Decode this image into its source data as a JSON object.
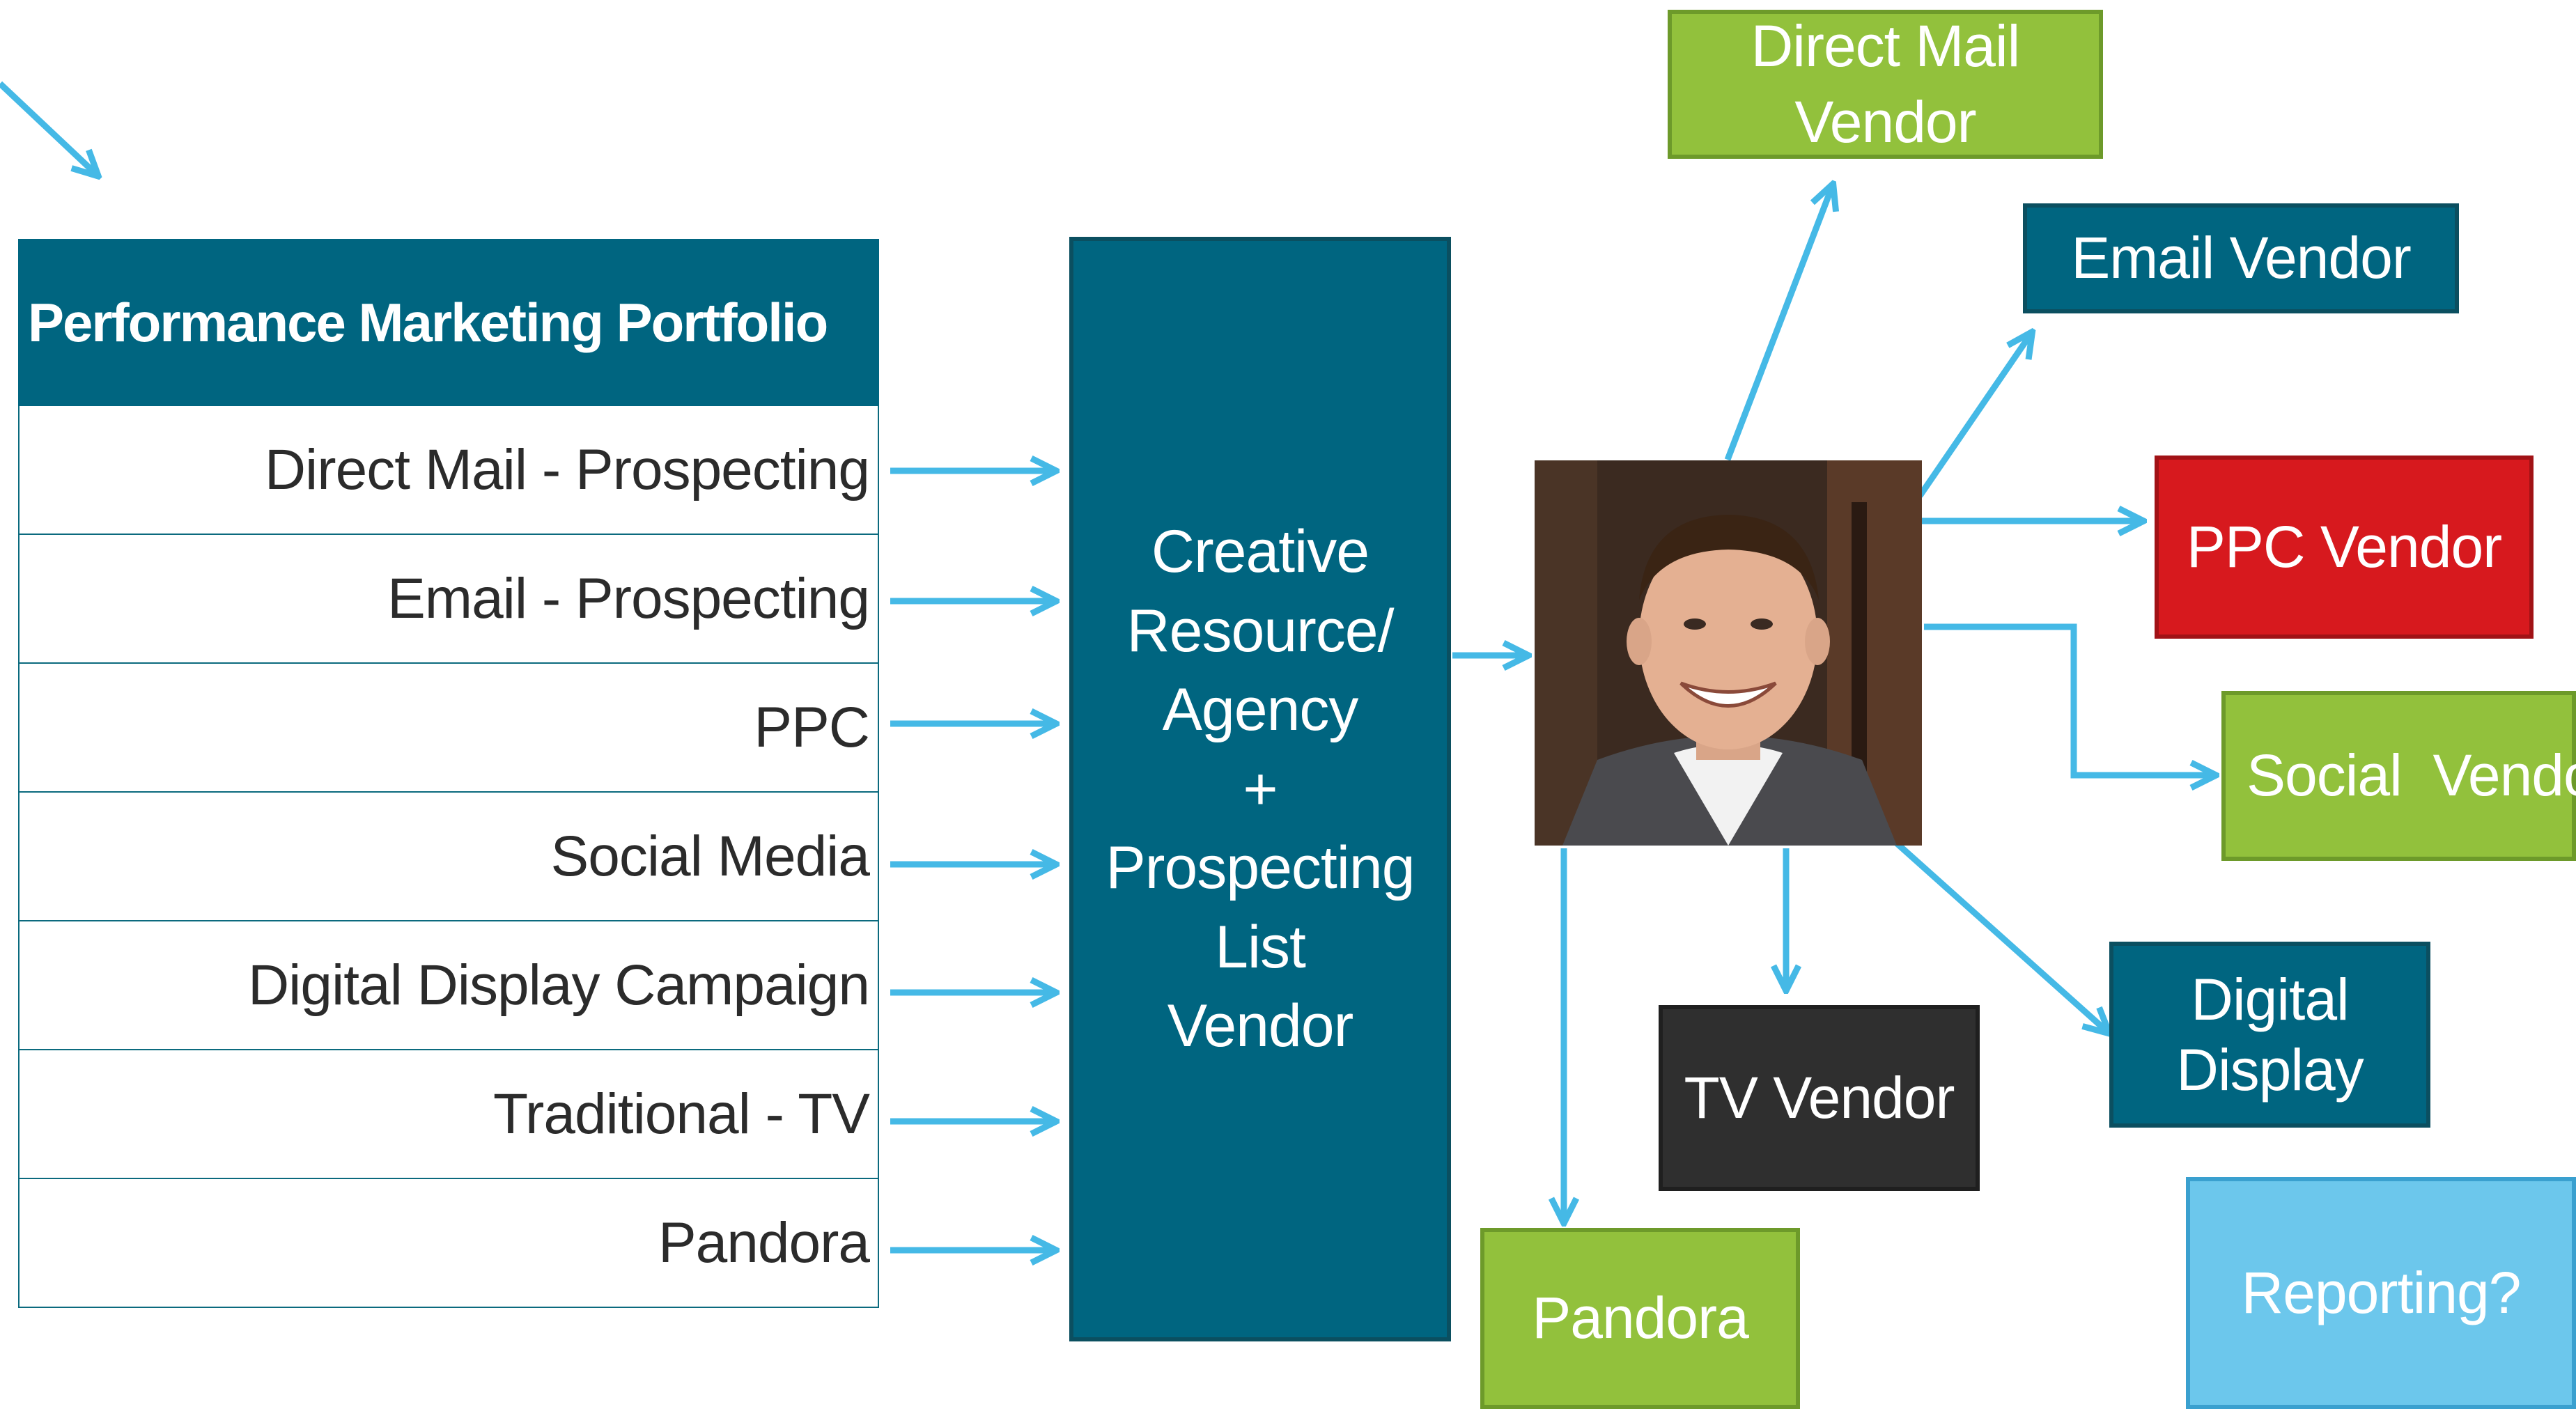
{
  "portfolio": {
    "title": "Performance Marketing Portfolio",
    "items": [
      "Direct Mail - Prospecting",
      "Email - Prospecting",
      "PPC",
      "Social Media",
      "Digital Display Campaign",
      "Traditional - TV",
      "Pandora"
    ]
  },
  "agency": {
    "label": "Creative\nResource/\nAgency\n+\nProspecting\nList\nVendor"
  },
  "vendors": {
    "direct_mail": "Direct Mail\nVendor",
    "email": "Email Vendor",
    "ppc": "PPC Vendor",
    "social": "Social  Vendor",
    "digital_display": "Digital\nDisplay",
    "tv": "TV Vendor",
    "pandora": "Pandora",
    "reporting": "Reporting?"
  },
  "colors": {
    "teal": "#006580",
    "green": "#92c13c",
    "red": "#d7191e",
    "dark": "#2f2f2f",
    "sky": "#6cc7ec",
    "arrow": "#45b9e6"
  }
}
